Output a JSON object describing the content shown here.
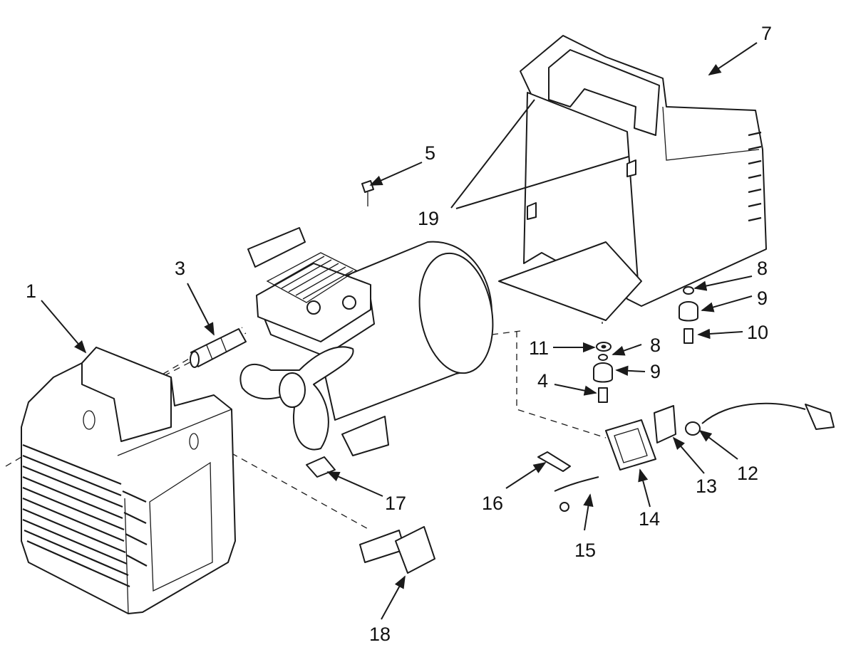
{
  "callouts": {
    "c1": "1",
    "c3": "3",
    "c4": "4",
    "c5": "5",
    "c7": "7",
    "c8a": "8",
    "c8b": "8",
    "c9a": "9",
    "c9b": "9",
    "c10": "10",
    "c11": "11",
    "c12": "12",
    "c13": "13",
    "c14": "14",
    "c15": "15",
    "c16": "16",
    "c17": "17",
    "c18": "18",
    "c19": "19"
  }
}
